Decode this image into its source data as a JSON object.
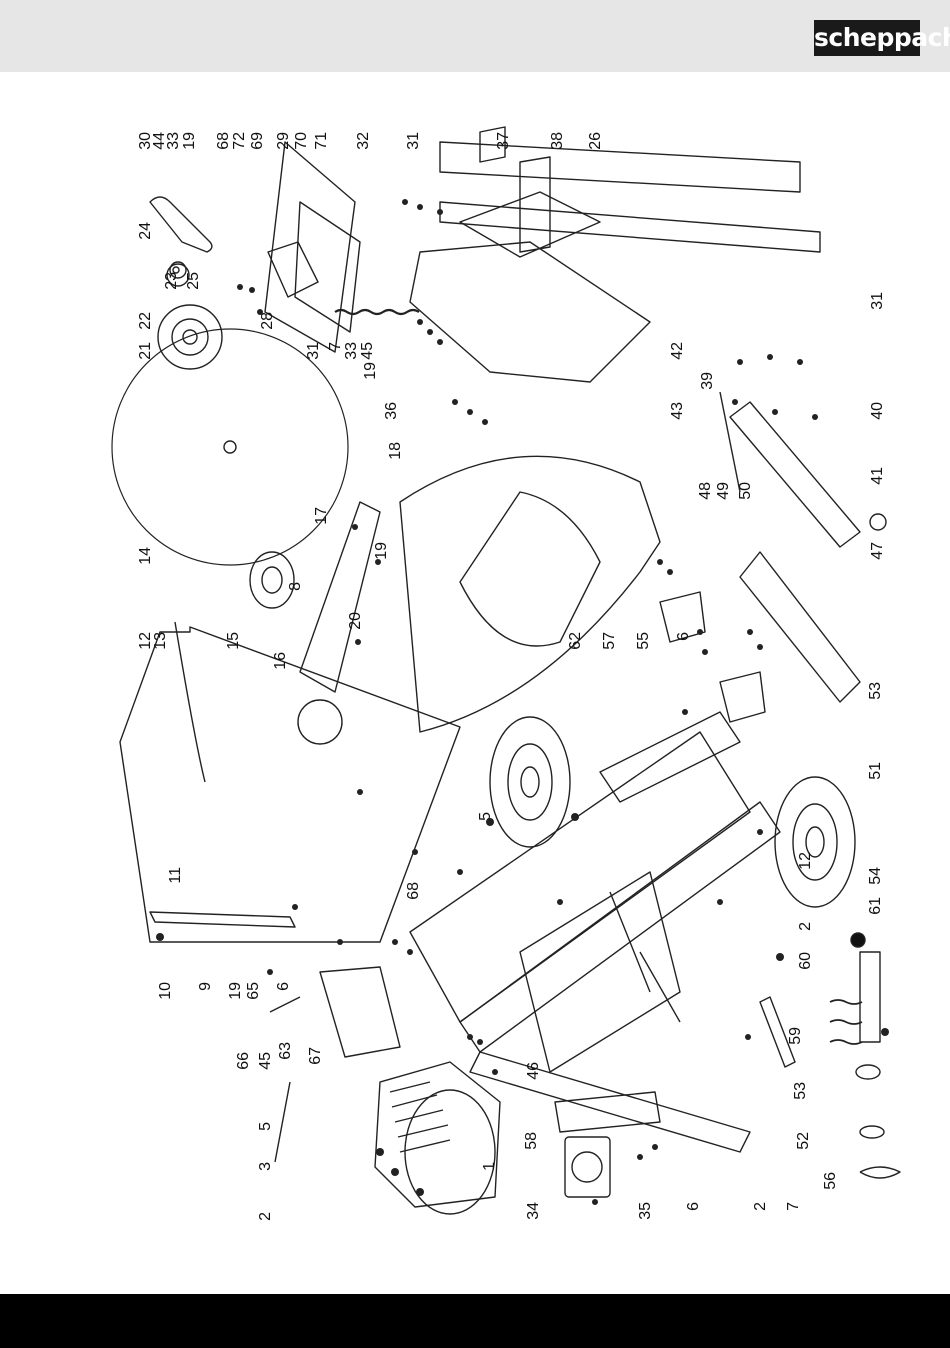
{
  "header": {
    "brand": "scheppach"
  },
  "diagram": {
    "callouts": [
      "30",
      "44",
      "33",
      "19",
      "68",
      "72",
      "69",
      "29",
      "70",
      "71",
      "32",
      "31",
      "37",
      "38",
      "26",
      "24",
      "23",
      "25",
      "22",
      "28",
      "21",
      "31",
      "7",
      "33",
      "19",
      "36",
      "18",
      "45",
      "42",
      "43",
      "39",
      "31",
      "40",
      "41",
      "14",
      "13",
      "12",
      "15",
      "17",
      "8",
      "16",
      "19",
      "20",
      "48",
      "49",
      "50",
      "62",
      "47",
      "11",
      "57",
      "6",
      "55",
      "53",
      "5",
      "51",
      "54",
      "12",
      "2",
      "61",
      "60",
      "10",
      "9",
      "19",
      "6",
      "65",
      "45",
      "63",
      "66",
      "68",
      "67",
      "5",
      "3",
      "2",
      "1",
      "46",
      "58",
      "34",
      "35",
      "6",
      "59",
      "53",
      "52",
      "56",
      "2",
      "7"
    ]
  }
}
